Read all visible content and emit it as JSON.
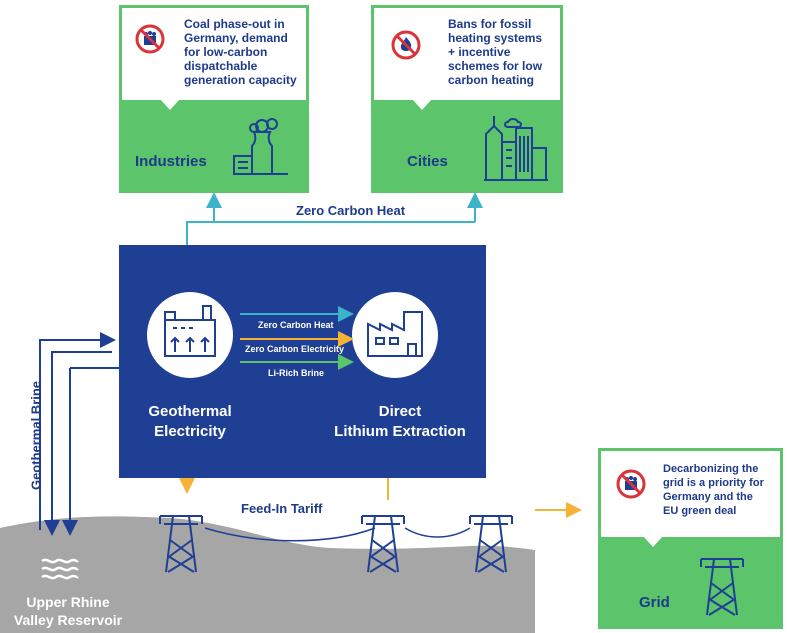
{
  "industries": {
    "caption": "Coal phase-out in Germany, demand for low-carbon dispatchable generation capacity",
    "caption_lines": [
      "Coal phase-out in",
      "Germany, demand",
      "for low-carbon",
      "dispatchable",
      "generation capacity"
    ],
    "label": "Industries"
  },
  "cities": {
    "caption": "Bans for fossil heating systems + incentive schemes for low carbon heating",
    "caption_lines": [
      "Bans for fossil",
      "heating systems",
      "+ incentive",
      "schemes for low",
      "carbon heating"
    ],
    "label": "Cities"
  },
  "grid": {
    "caption": "Decarbonizing the grid is a priority for Germany and the EU green deal",
    "caption_lines": [
      "Decarbonizing the",
      "grid is a priority for",
      "Germany and the",
      "EU green deal"
    ],
    "label": "Grid"
  },
  "zero_carbon_heat_top": "Zero Carbon Heat",
  "geothermal": {
    "line1": "Geothermal",
    "line2": "Electricity"
  },
  "dle": {
    "line1": "Direct",
    "line2": "Lithium Extraction"
  },
  "flows": {
    "heat": "Zero Carbon Heat",
    "electricity": "Zero Carbon Electricity",
    "brine": "Li-Rich Brine"
  },
  "geothermal_brine": "Geothermal Brine",
  "feed_in_tariff": "Feed-In Tariff",
  "reservoir": {
    "line1": "Upper Rhine",
    "line2": "Valley Reservoir"
  },
  "colors": {
    "green": "#5cc46a",
    "navy": "#1e3f93",
    "teal": "#3bb3c9",
    "orange": "#f5b335",
    "grey": "#a6a6a6",
    "red": "#d9343a"
  },
  "icons": {
    "industries_no": "no-coal-icon",
    "cities_no": "no-fire-icon",
    "grid_no": "no-coal-icon",
    "industries": "factory-icon",
    "cities": "city-buildings-icon",
    "geothermal": "power-plant-icon",
    "dle": "lithium-plant-icon",
    "reservoir": "water-waves-icon",
    "pylon": "transmission-tower-icon"
  }
}
